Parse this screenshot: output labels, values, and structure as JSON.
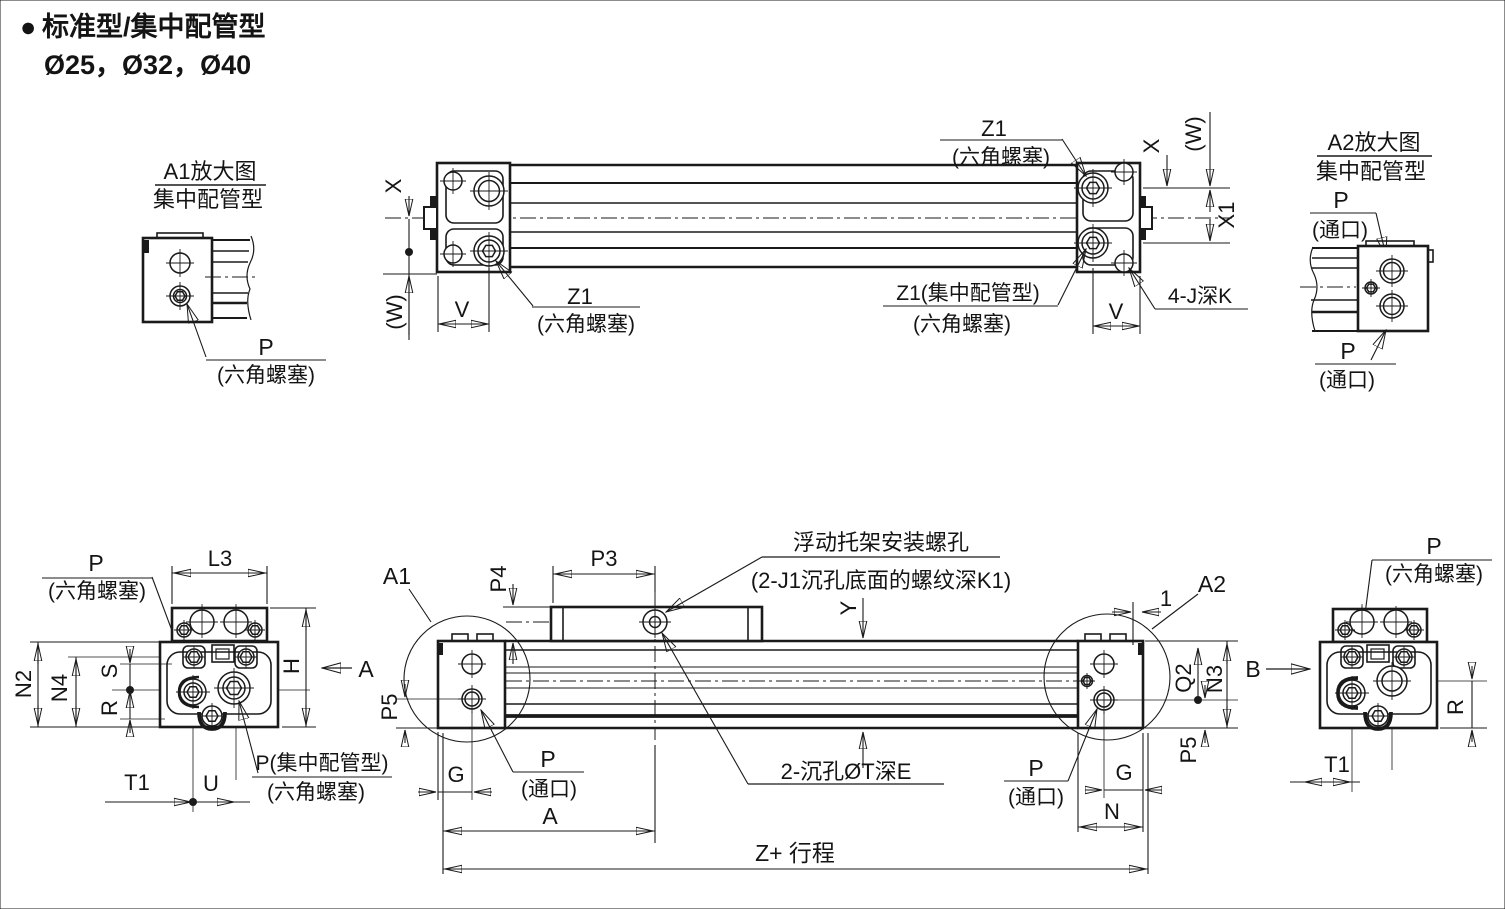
{
  "header": {
    "bullet": "●",
    "title": "标准型/集中配管型",
    "subtitle": "Ø25，Ø32，Ø40"
  },
  "shared": {
    "p": "P",
    "hex_plug": "(六角螺塞)",
    "port": "(通口)",
    "v": "V",
    "g": "G",
    "p5": "P5",
    "t1": "T1",
    "r": "R",
    "x": "X",
    "w": "(W)"
  },
  "detail_a1": {
    "title": "A1放大图",
    "subtitle": "集中配管型"
  },
  "detail_a2": {
    "title": "A2放大图",
    "subtitle": "集中配管型"
  },
  "top_view": {
    "z1": "Z1",
    "z1_central": "Z1(集中配管型)",
    "hole_note": "4-J深K",
    "x1": "X1"
  },
  "front_view": {
    "a1": "A1",
    "a2": "A2",
    "p3": "P3",
    "p4": "P4",
    "one": "1",
    "q2": "Q2",
    "n3": "N3",
    "n": "N",
    "y": "Y",
    "a": "A",
    "z_stroke": "Z+ 行程",
    "bracket_note1": "浮动托架安装螺孔",
    "bracket_note2": "(2-J1沉孔底面的螺纹深K1)",
    "counterbore_note": "2-沉孔ØT深E"
  },
  "end_view_a": {
    "central_plug": "P(集中配管型)",
    "l3": "L3",
    "n2": "N2",
    "n4": "N4",
    "s": "S",
    "h": "H",
    "u": "U",
    "view_a": "A"
  },
  "end_view_b": {
    "view_b": "B"
  },
  "colors": {
    "line": "#1a1a1a",
    "bg": "#ffffff"
  }
}
